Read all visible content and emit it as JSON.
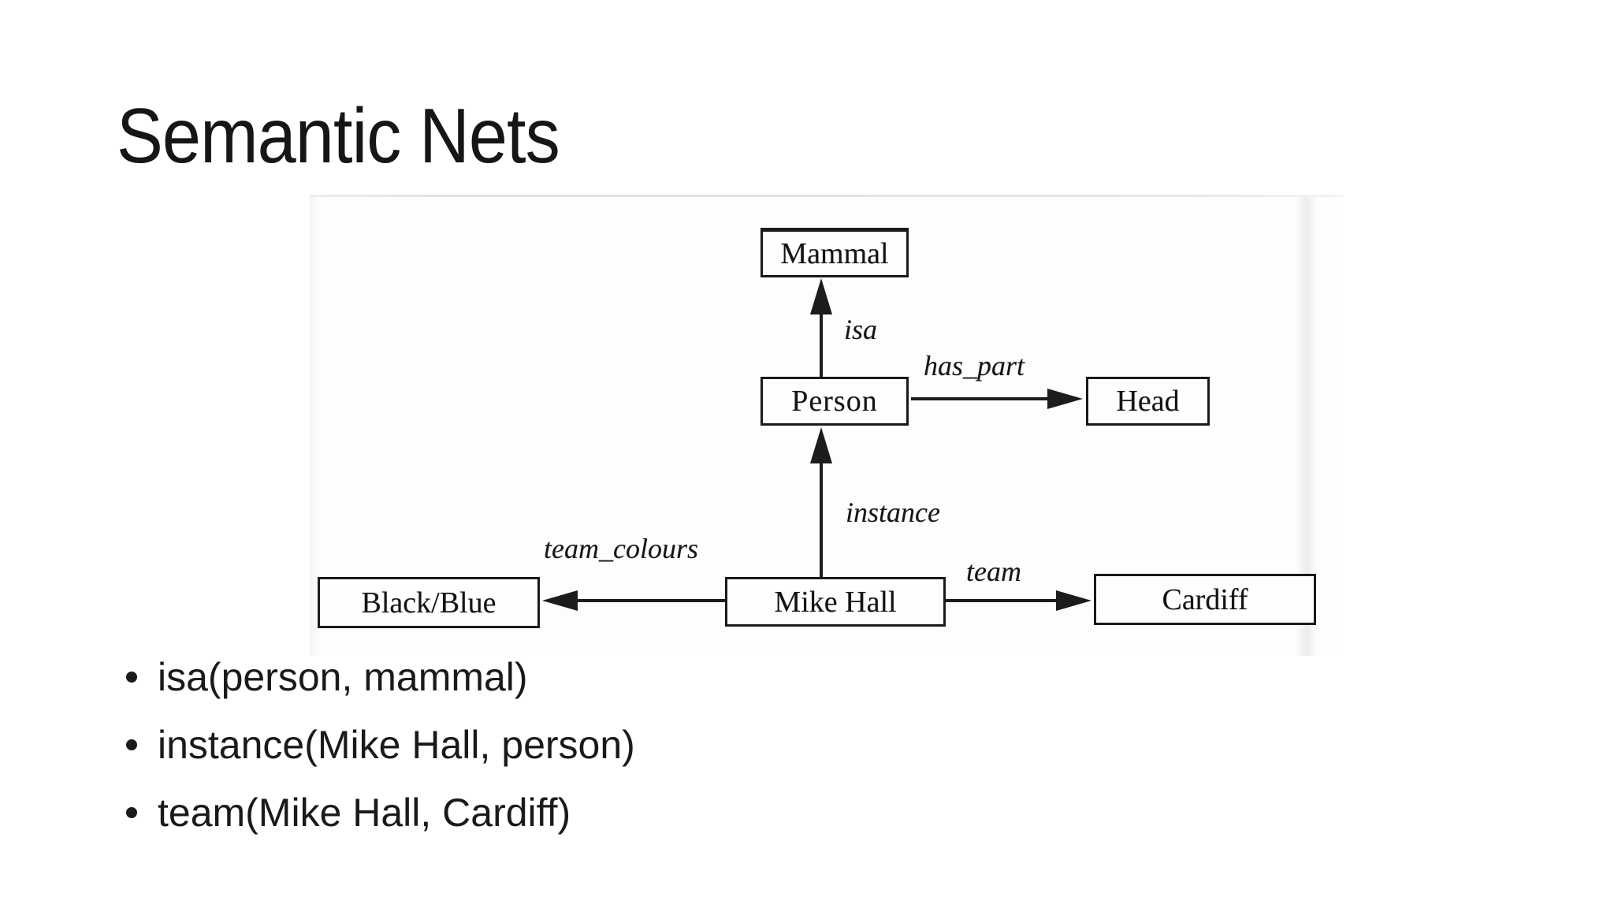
{
  "slide": {
    "title": "Semantic Nets"
  },
  "diagram": {
    "nodes": {
      "mammal": {
        "label": "Mammal"
      },
      "person": {
        "label": "Person"
      },
      "head": {
        "label": "Head"
      },
      "black_blue": {
        "label": "Black/Blue"
      },
      "mike_hall": {
        "label": "Mike Hall"
      },
      "cardiff": {
        "label": "Cardiff"
      }
    },
    "edges": {
      "isa": {
        "label": "isa",
        "from": "Person",
        "to": "Mammal"
      },
      "has_part": {
        "label": "has_part",
        "from": "Person",
        "to": "Head"
      },
      "instance": {
        "label": "instance",
        "from": "Mike Hall",
        "to": "Person"
      },
      "team_colours": {
        "label": "team_colours",
        "from": "Mike Hall",
        "to": "Black/Blue"
      },
      "team": {
        "label": "team",
        "from": "Mike Hall",
        "to": "Cardiff"
      }
    }
  },
  "bullets": {
    "items": [
      "isa(person, mammal)",
      "instance(Mike Hall, person)",
      "team(Mike Hall, Cardiff)"
    ]
  },
  "colors": {
    "ink": "#1b1b1b",
    "background": "#ffffff"
  }
}
